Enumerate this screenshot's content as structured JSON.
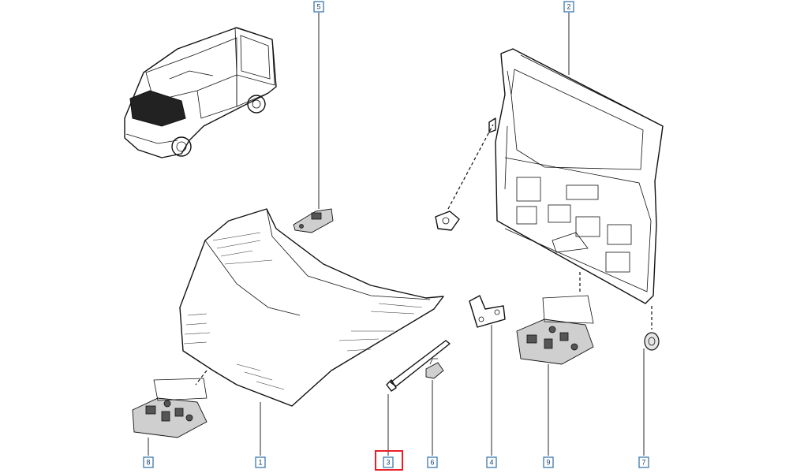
{
  "diagram": {
    "part_labels": [
      "5",
      "2",
      "3",
      "1",
      "8",
      "6",
      "4",
      "9",
      "7"
    ],
    "highlighted_label": "3",
    "highlight_color": "#e8202a",
    "label_border_color": "#2a6fa8",
    "line_color": "#111111"
  }
}
